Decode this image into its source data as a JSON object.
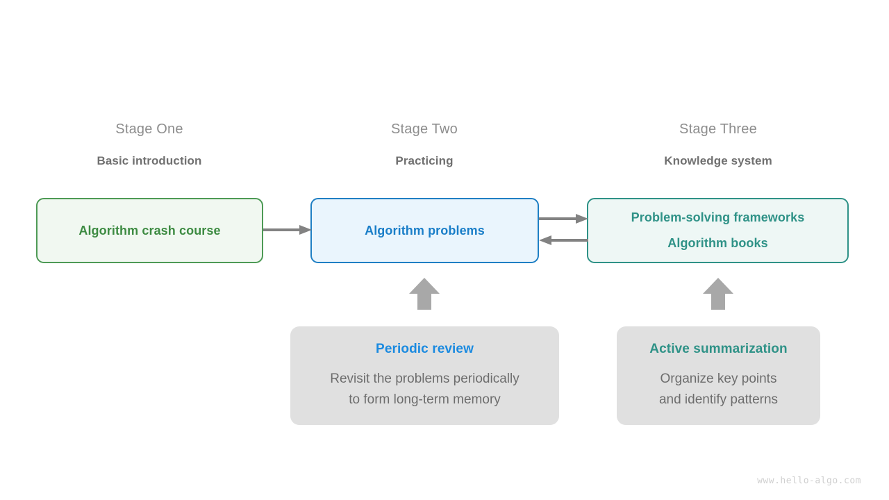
{
  "diagram": {
    "colors": {
      "background": "#ffffff",
      "stage_title": "#8d8d8d",
      "stage_subtitle": "#707070",
      "green": "#4d9a55",
      "green_fill": "#f1f8f1",
      "green_text": "#3d8b42",
      "blue": "#1f7fc4",
      "blue_fill": "#eaf5fd",
      "blue_text": "#1a7ec8",
      "teal": "#2f9287",
      "teal_fill": "#eef7f5",
      "support_fill": "#e0e0e0",
      "support_body_text": "#6d6d6d",
      "support_blue_title": "#1a8ae0",
      "arrow_thin": "#828282",
      "arrow_block": "#a8a8a8",
      "watermark": "#cfcfcf"
    },
    "stages": [
      {
        "title": "Stage One",
        "subtitle": "Basic introduction"
      },
      {
        "title": "Stage Two",
        "subtitle": "Practicing"
      },
      {
        "title": "Stage Three",
        "subtitle": "Knowledge system"
      }
    ],
    "flow_boxes": [
      {
        "lines": [
          "Algorithm crash course"
        ]
      },
      {
        "lines": [
          "Algorithm problems"
        ]
      },
      {
        "lines": [
          "Problem-solving frameworks",
          "Algorithm books"
        ]
      }
    ],
    "support_boxes": [
      {
        "title": "Periodic review",
        "body_lines": [
          "Revisit the problems periodically",
          "to form long-term memory"
        ]
      },
      {
        "title": "Active summarization",
        "body_lines": [
          "Organize key points",
          "and identify patterns"
        ]
      }
    ],
    "arrows": [
      {
        "name": "course-to-problems",
        "direction": "right"
      },
      {
        "name": "problems-to-frameworks",
        "direction": "right"
      },
      {
        "name": "frameworks-to-problems",
        "direction": "left"
      },
      {
        "name": "review-up",
        "direction": "up"
      },
      {
        "name": "summary-up",
        "direction": "up"
      }
    ],
    "watermark": "www.hello-algo.com"
  }
}
